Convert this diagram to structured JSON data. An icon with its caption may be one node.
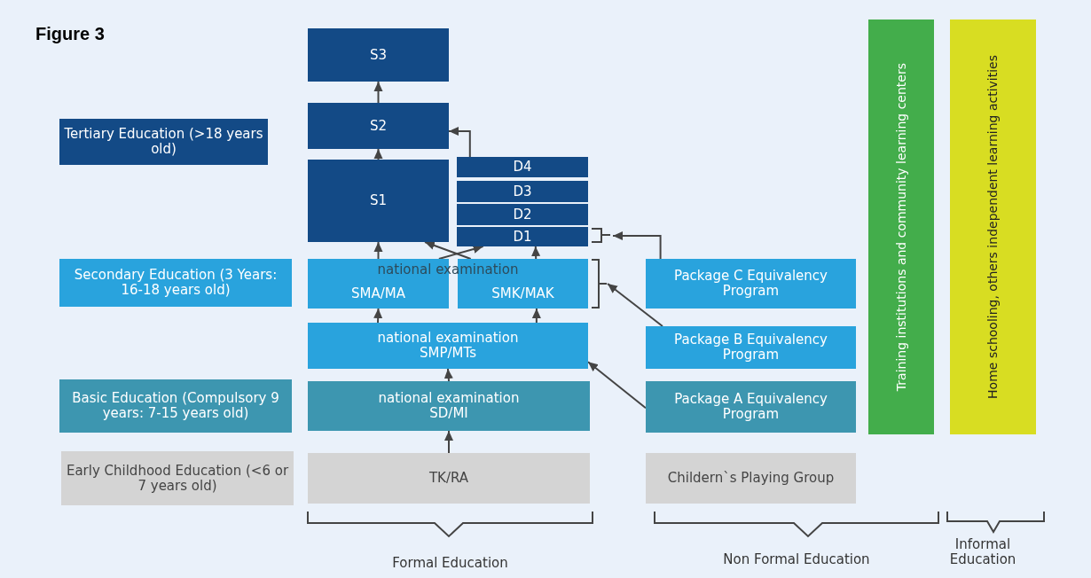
{
  "diagram": {
    "title": "Figure 3",
    "nodes": [
      {
        "text": [
          "Tertiary Education (>18 years old)"
        ]
      },
      {
        "text": [
          "Secondary Education (3 Years: 16-18 years old)"
        ]
      },
      {
        "text": [
          "Basic Education (Compulsory 9 years: 7-15 years old)"
        ]
      },
      {
        "text": [
          "Early Childhood Education (<6 or 7 years old)"
        ]
      },
      {
        "text": [
          "S3"
        ]
      },
      {
        "text": [
          "S2"
        ]
      },
      {
        "text": [
          "S1"
        ]
      },
      {
        "text": [
          "D4"
        ]
      },
      {
        "text": [
          "D3"
        ]
      },
      {
        "text": [
          "D2"
        ]
      },
      {
        "text": [
          "D1"
        ]
      },
      {
        "text": [
          "SMA/MA"
        ]
      },
      {
        "text": [
          "SMK/MAK"
        ]
      },
      {
        "text": [
          "national examination",
          "SMP/MTs"
        ]
      },
      {
        "text": [
          "national examination",
          "SD/MI"
        ]
      },
      {
        "text": [
          "TK/RA"
        ]
      },
      {
        "text": [
          "Package C Equivalency Program"
        ]
      },
      {
        "text": [
          "Package B Equivalency Program"
        ]
      },
      {
        "text": [
          "Package A Equivalency Program"
        ]
      },
      {
        "text": [
          "Childern`s Playing Group"
        ]
      },
      {
        "text": [
          "Training institutions and community learning centers"
        ]
      },
      {
        "text": [
          "Home schooling, others independent learning activities"
        ]
      }
    ],
    "edges": [
      {
        "from": 15,
        "to": 14,
        "arrow": "to"
      },
      {
        "from": 14,
        "to": 13,
        "arrow": "to"
      },
      {
        "from": 13,
        "to": 11,
        "arrow": "to"
      },
      {
        "from": 13,
        "to": 12,
        "arrow": "to"
      },
      {
        "from": 11,
        "to": 6,
        "arrow": "to"
      },
      {
        "from": 11,
        "to": 10,
        "arrow": "to"
      },
      {
        "from": 12,
        "to": 6,
        "arrow": "to"
      },
      {
        "from": 12,
        "to": 10,
        "arrow": "to"
      },
      {
        "from": 6,
        "to": 5,
        "arrow": "to"
      },
      {
        "from": 5,
        "to": 4,
        "arrow": "to"
      },
      {
        "from": 7,
        "to": 5,
        "arrow": "to"
      },
      {
        "from": 16,
        "to": 10,
        "arrow": "to"
      },
      {
        "from": 17,
        "to": 12,
        "arrow": "to"
      },
      {
        "from": 18,
        "to": 13,
        "arrow": "to"
      }
    ],
    "labels": [
      "national examination",
      "Formal Education",
      "Non Formal Education",
      "Informal Education"
    ]
  }
}
